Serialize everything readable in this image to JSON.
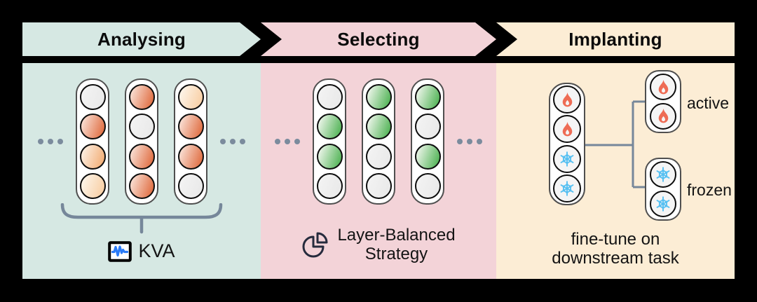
{
  "stages": [
    {
      "label": "Analysing",
      "color": "#d6e8e3"
    },
    {
      "label": "Selecting",
      "color": "#f3d3d8"
    },
    {
      "label": "Implanting",
      "color": "#fcedd5"
    }
  ],
  "analysing": {
    "pills": [
      [
        "none",
        "orange_strong",
        "orange_medium",
        "orange_light"
      ],
      [
        "orange_strong",
        "none",
        "orange_strong",
        "orange_strong"
      ],
      [
        "orange_light",
        "orange_strong",
        "orange_strong",
        "none"
      ]
    ],
    "ellipsis_left": "ellipsis-icon",
    "ellipsis_right": "ellipsis-icon",
    "kva_icon": "waveform-monitor-icon",
    "kva_label": "KVA"
  },
  "selecting": {
    "pills": [
      [
        "none",
        "green",
        "green",
        "none"
      ],
      [
        "green",
        "green",
        "none",
        "none"
      ],
      [
        "green",
        "none",
        "green",
        "none"
      ]
    ],
    "ellipsis_left": "ellipsis-icon",
    "ellipsis_right": "ellipsis-icon",
    "strategy_icon": "pie-chart-icon",
    "strategy_line1": "Layer-Balanced",
    "strategy_line2": "Strategy"
  },
  "implanting": {
    "main_pill": [
      "fire",
      "fire",
      "snow",
      "snow"
    ],
    "active_pill": [
      "fire",
      "fire"
    ],
    "frozen_pill": [
      "snow",
      "snow"
    ],
    "active_label": "active",
    "frozen_label": "frozen",
    "finetune_line1": "fine-tune on",
    "finetune_line2": "downstream task"
  },
  "colors": {
    "background": "#000000",
    "panel_analysing": "#d6e8e3",
    "panel_selecting": "#f3d3d8",
    "panel_implanting": "#fcedd5",
    "orange_strong": "#df693c",
    "orange_medium": "#f2ab72",
    "orange_light": "#f8cda1",
    "green": "#4cb151",
    "inactive_gray": "#ebebeb",
    "flame": "#ee6c55",
    "snowflake": "#56c0f2",
    "kva_waveform_blue": "#2b7bf7",
    "pie_icon_navy": "#262b3d",
    "connector_gray": "#76879a",
    "dots_gray": "#7b8b9d"
  }
}
